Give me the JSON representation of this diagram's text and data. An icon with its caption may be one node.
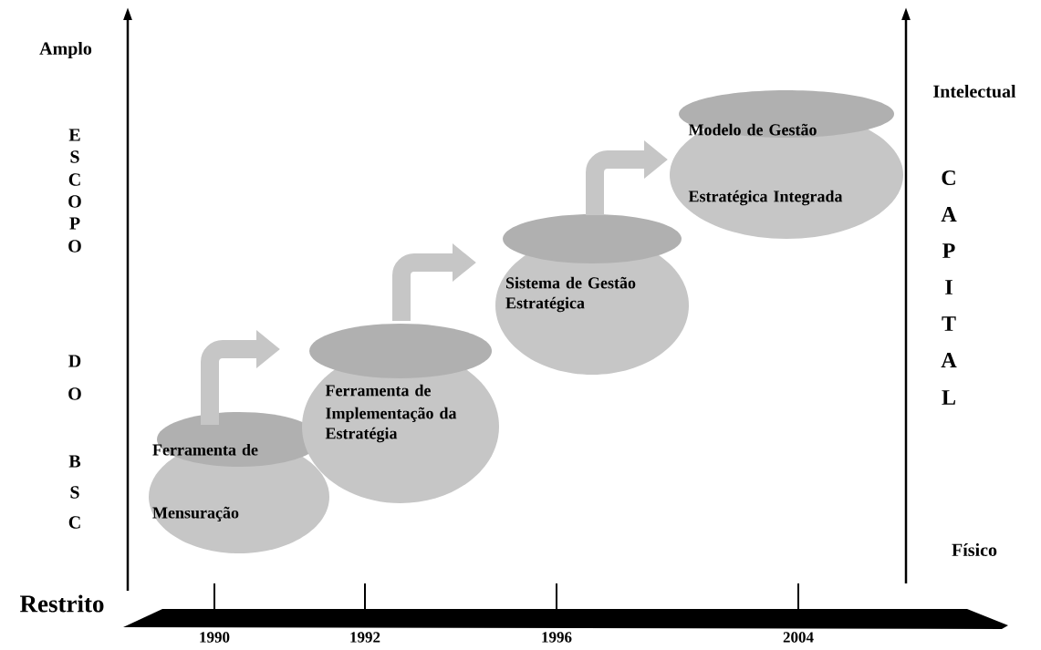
{
  "diagram": {
    "nodes": [
      {
        "text": [
          "Ferramenta de Mensuração"
        ]
      },
      {
        "text": [
          "Ferramenta de Implementação da Estratégia"
        ]
      },
      {
        "text": [
          "Sistema de Gestão Estratégica"
        ]
      },
      {
        "text": [
          "Modelo de Gestão Estratégica Integrada"
        ]
      }
    ],
    "edges": [
      {
        "from": 0,
        "to": 1,
        "arrow": "to"
      },
      {
        "from": 1,
        "to": 2,
        "arrow": "to"
      },
      {
        "from": 2,
        "to": 3,
        "arrow": "to"
      }
    ],
    "labels": [
      "Amplo",
      "Intelectual",
      "E",
      "S",
      "C",
      "O",
      "P",
      "O",
      "D",
      "O",
      "B",
      "S",
      "C",
      "C",
      "A",
      "P",
      "I",
      "T",
      "A",
      "L",
      "Físico",
      "Restrito",
      "1990",
      "1992",
      "1996",
      "2004"
    ]
  }
}
